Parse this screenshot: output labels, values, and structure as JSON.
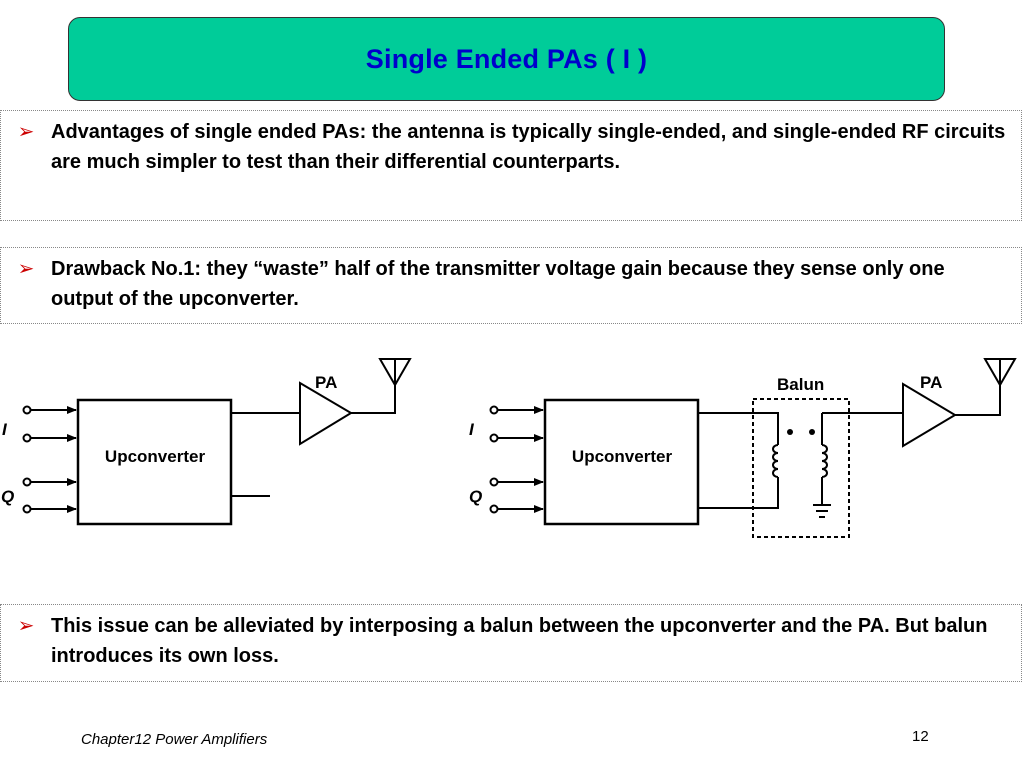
{
  "slide": {
    "title": "Single Ended PAs ( I )",
    "bullets": [
      "Advantages of single ended PAs: the antenna is typically single-ended, and single-ended RF circuits are much simpler to test than their differential counterparts.",
      "Drawback No.1: they “waste” half of the transmitter voltage gain because they sense only one output of the upconverter.",
      "This issue can be alleviated by interposing a balun between the upconverter and the PA. But balun introduces its own loss."
    ],
    "bullet_marker": "➢"
  },
  "diagram": {
    "left": {
      "block_label": "Upconverter",
      "pa_label": "PA",
      "i_label": "I",
      "q_label": "Q"
    },
    "right": {
      "block_label": "Upconverter",
      "pa_label": "PA",
      "balun_label": "Balun",
      "i_label": "I",
      "q_label": "Q"
    }
  },
  "footer": {
    "chapter": "Chapter12 Power Amplifiers",
    "page_number": "12"
  }
}
